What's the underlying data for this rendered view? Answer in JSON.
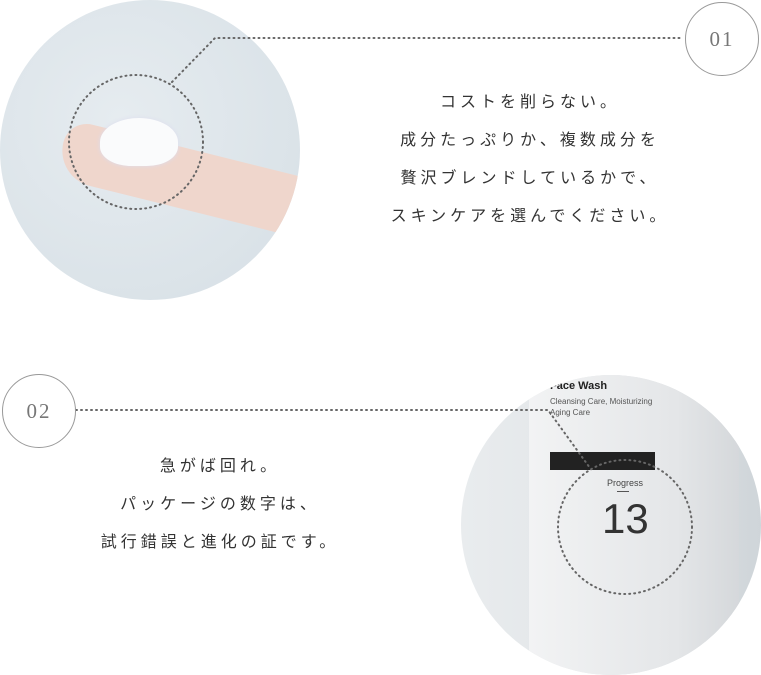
{
  "section1": {
    "number": "01",
    "lines": [
      "コストを削らない。",
      "成分たっぷりか、複数成分を",
      "贅沢ブレンドしているかで、",
      "スキンケアを選んでください。"
    ]
  },
  "section2": {
    "number": "02",
    "lines": [
      "急がば回れ。",
      "パッケージの数字は、",
      "試行錯誤と進化の証です。"
    ],
    "product": {
      "name": "Face Wash",
      "desc1": "Cleansing Care, Moisturizing",
      "desc2": "Aging Care",
      "label": "Progress",
      "number": "13"
    }
  }
}
